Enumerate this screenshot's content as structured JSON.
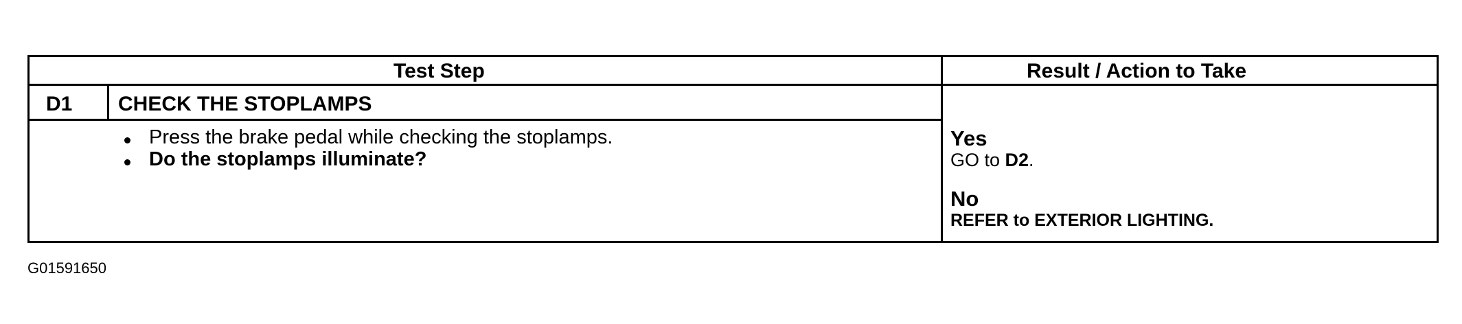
{
  "table": {
    "header_test_step": "Test Step",
    "header_result": "Result / Action to Take",
    "step_id": "D1",
    "step_title": "CHECK THE STOPLAMPS",
    "instructions": [
      "Press the brake pedal while checking the stoplamps.",
      "Do the stoplamps illuminate?"
    ],
    "results": {
      "yes_label": "Yes",
      "yes_action_prefix": "GO to ",
      "yes_action_target": "D2",
      "yes_action_suffix": ".",
      "no_label": "No",
      "no_action": "REFER to EXTERIOR LIGHTING."
    }
  },
  "figure_id": "G01591650"
}
